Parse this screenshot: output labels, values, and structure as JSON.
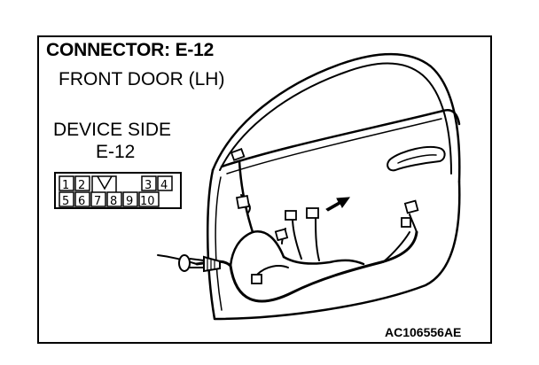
{
  "header": {
    "title": "CONNECTOR: E-12",
    "subtitle": "FRONT DOOR (LH)"
  },
  "connector": {
    "side_label": "DEVICE SIDE",
    "code": "E-12",
    "top_row_pins": [
      "1",
      "2",
      "3",
      "4"
    ],
    "bottom_row_pins": [
      "5",
      "6",
      "7",
      "8",
      "9",
      "10"
    ]
  },
  "reference_code": "AC106556AE",
  "icons": {
    "pointer_arrow": "arrow-left-icon",
    "door": "front-door-panel-icon",
    "lock_notch": "connector-lock-notch-icon"
  },
  "colors": {
    "line": "#000000",
    "background": "#ffffff"
  }
}
